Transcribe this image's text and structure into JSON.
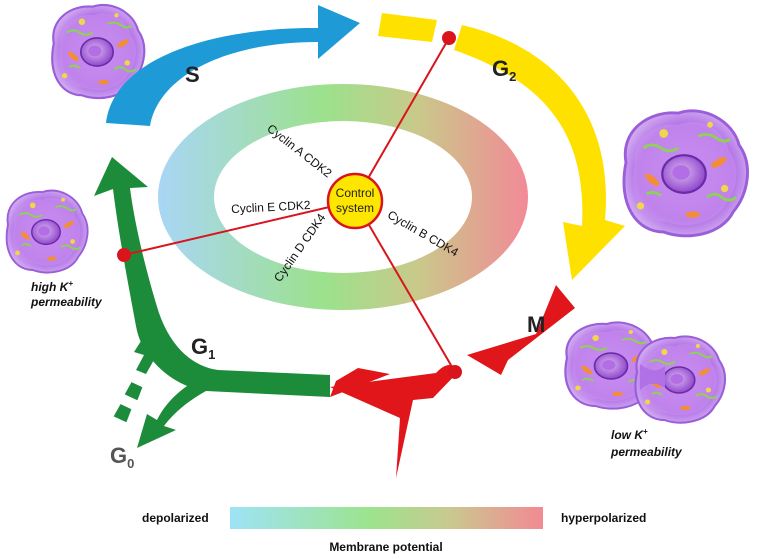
{
  "phases": {
    "s": "S",
    "g2_main": "G",
    "g2_sub": "2",
    "m": "M",
    "g1_main": "G",
    "g1_sub": "1",
    "g0_main": "G",
    "g0_sub": "0"
  },
  "control_system": {
    "line1": "Control",
    "line2": "system"
  },
  "complexes": {
    "cyclin_a": "Cyclin A CDK2",
    "cyclin_e": "Cyclin E CDK2",
    "cyclin_d": "Cyclin D CDK4",
    "cyclin_b": "Cyclin B CDK4"
  },
  "annotations": {
    "high_k_main": "high K",
    "high_k_sup": "+",
    "high_k_line2": "permeability",
    "low_k_main": "low K",
    "low_k_sup": "+",
    "low_k_line2": "permeability"
  },
  "legend": {
    "left": "depolarized",
    "right": "hyperpolarized",
    "caption": "Membrane potential"
  },
  "colors": {
    "s_phase": "#1e9bd7",
    "g2_phase": "#ffe100",
    "m_phase": "#e0161b",
    "g1_phase": "#1c8c3a",
    "checkpoint": "#d9141c",
    "control_fill": "#ffe600",
    "gradient_blue": "#a8d8f5",
    "gradient_green": "#9be08a",
    "gradient_red": "#ef8a94"
  }
}
